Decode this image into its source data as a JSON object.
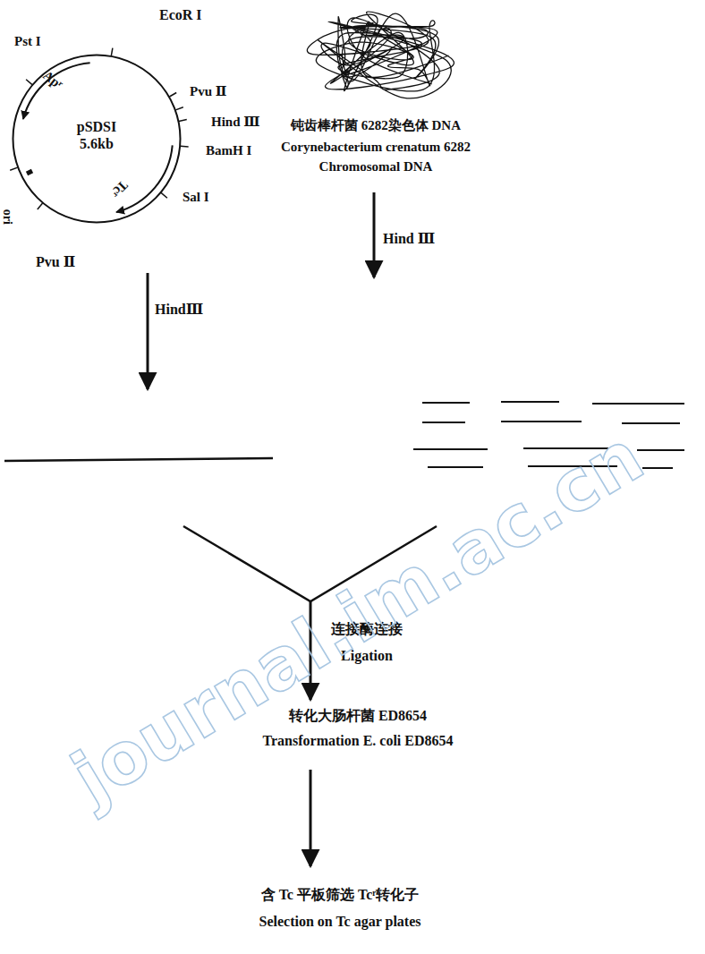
{
  "diagram": {
    "nodes": [
      {
        "text": [
          "pSDSI",
          "5.6kb"
        ]
      }
    ],
    "labels": [
      "EcoR I",
      "Pst I",
      "Apʳ",
      "Pvu Ⅱ",
      "Hind Ⅲ",
      "BamH I",
      "Tcʳ",
      "Sal I",
      "Pvu Ⅱ",
      "ori",
      "HindⅢ",
      "钝齿棒杆菌 6282染色体 DNA",
      "Corynebacterium crenatum 6282",
      "Chromosomal DNA",
      "Hind Ⅲ",
      "连接酶连接",
      "Ligation",
      "转化大肠杆菌 ED8654",
      "Transformation E. coli ED8654",
      "含 Tc 平板筛选 Tcʳ转化子",
      "Selection on Tc agar plates",
      "journal.im.ac.cn"
    ]
  }
}
